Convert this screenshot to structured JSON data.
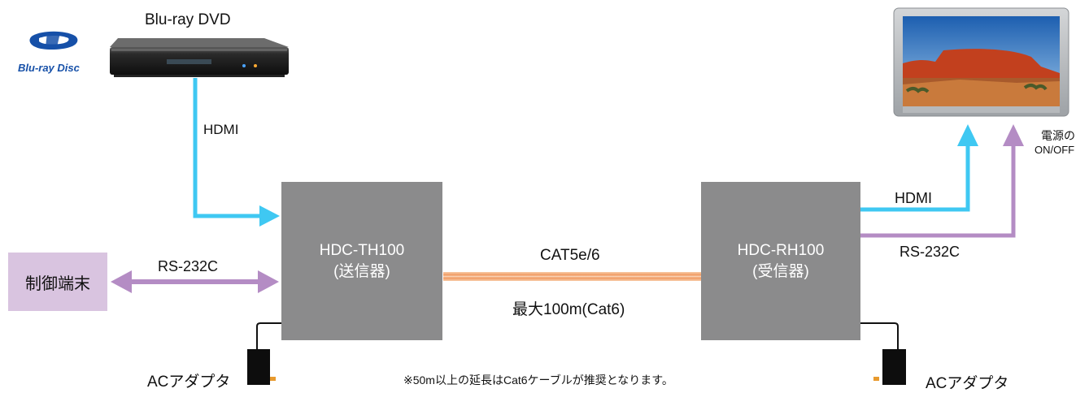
{
  "bluray": {
    "logo_text": "Blu-ray Disc",
    "player_label": "Blu-ray  DVD"
  },
  "links": {
    "input_hdmi": "HDMI",
    "rs232_left": "RS-232C",
    "cable": "CAT5e/6",
    "distance": "最大100m(Cat6)",
    "output_hdmi": "HDMI",
    "rs232_right": "RS-232C"
  },
  "transmitter": {
    "model": "HDC-TH100",
    "role": "(送信器)"
  },
  "receiver": {
    "model": "HDC-RH100",
    "role": "(受信器)"
  },
  "control_terminal": "制御端末",
  "tv_power": {
    "line1": "電源の",
    "line2": "ON/OFF"
  },
  "adapters": {
    "left": "ACアダプタ",
    "right": "ACアダプタ"
  },
  "note": "※50m以上の延長はCat6ケーブルが推奨となります。",
  "colors": {
    "hdmi": "#3fc8f2",
    "rs232": "#b48cc4",
    "cable": "#f5a36a",
    "device_box": "#8b8b8c",
    "terminal_bg": "#d9c4e0",
    "bluray_logo": "#1650a8"
  },
  "icons": [
    "bluray-logo-icon",
    "bluray-player-icon",
    "tv-monitor-icon",
    "ac-adapter-icon"
  ]
}
